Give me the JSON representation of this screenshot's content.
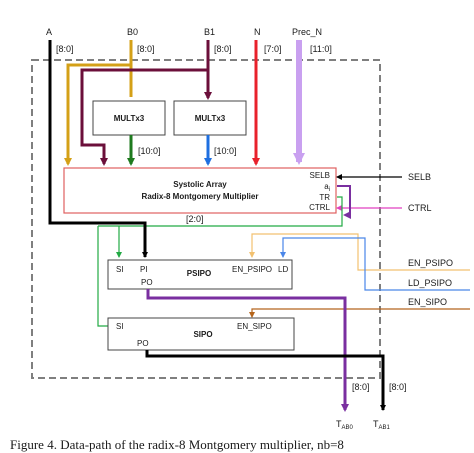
{
  "inputs": {
    "a": "A",
    "a_width": "[8:0]",
    "b0": "B0",
    "b0_width": "[8:0]",
    "b1": "B1",
    "b1_width": "[8:0]",
    "n": "N",
    "n_width": "[7:0]",
    "prec": "Prec_N",
    "prec_width": "[11:0]"
  },
  "blocks": {
    "mult_left": "MULTx3",
    "mult_right": "MULTx3",
    "mult_left_width": "[10:0]",
    "mult_right_width": "[10:0]",
    "systolic_title": "Systolic Array",
    "systolic_subtitle": "Radix-8 Montgomery Multiplier",
    "port_selb": "SELB",
    "port_ai": "a",
    "port_ai_sub": "i",
    "port_tr": "TR",
    "port_ctrl": "CTRL",
    "tr_bus_width": "[2:0]",
    "psipo_label": "PSIPO",
    "psipo_si": "SI",
    "psipo_pi": "PI",
    "psipo_en": "EN_PSIPO",
    "psipo_ld": "LD",
    "psipo_po": "PO",
    "sipo_label": "SIPO",
    "sipo_si": "SI",
    "sipo_en": "EN_SIPO",
    "sipo_po": "PO"
  },
  "signals": {
    "selb": "SELB",
    "ctrl": "CTRL",
    "en_psipo": "EN_PSIPO",
    "ld_psipo": "LD_PSIPO",
    "en_sipo": "EN_SIPO"
  },
  "outputs": {
    "tab0": "T",
    "tab0_sub": "AB0",
    "tab0_width": "[8:0]",
    "tab1": "T",
    "tab1_sub": "AB1",
    "tab1_width": "[8:0]"
  },
  "caption": "Figure 4.   Data-path of the radix-8 Montgomery multiplier, nb=8",
  "colors": {
    "a": "#000000",
    "b0": "#d4a017",
    "b1": "#6b0f3a",
    "n": "#e8212b",
    "prec": "#c9a0f0",
    "mult_left_out": "#1e7a1e",
    "mult_right_out": "#1e6fe0",
    "ctrl": "#e040c0",
    "en_psipo": "#f2c170",
    "ld_psipo": "#4a86e8",
    "en_sipo": "#b5651d",
    "tr_bus": "#22aa44",
    "ai_bus": "#7a2fa0",
    "dashed": "#7f7f7f",
    "systolic_border": "#e06060"
  }
}
